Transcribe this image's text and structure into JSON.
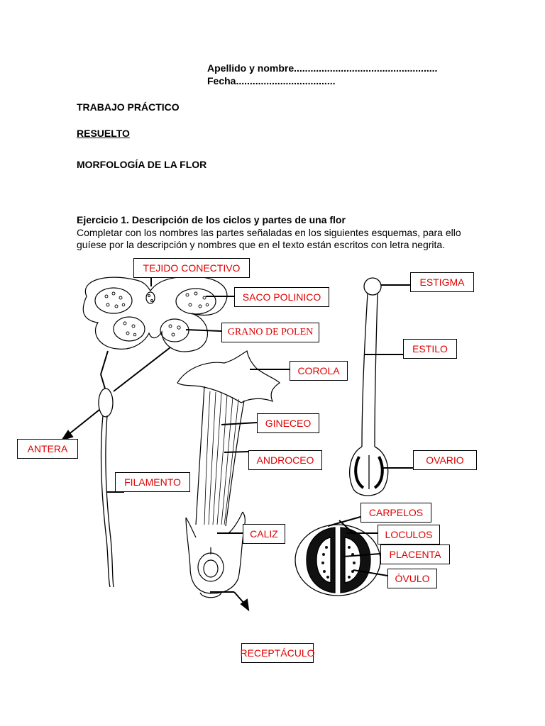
{
  "header": {
    "name_line": "Apellido y nombre....................................................",
    "date_line": "Fecha...................................."
  },
  "titles": {
    "trabajo": "TRABAJO PRÁCTICO",
    "resuelto": "RESUELTO",
    "tema": "MORFOLOGÍA DE LA FLOR"
  },
  "exercise": {
    "heading": "Ejercicio 1. Descripción de los ciclos y partes de una flor",
    "instruction_1": "Completar con los nombres las partes  señaladas en los siguientes esquemas, para ello",
    "instruction_2": "guíese por  la descripción y nombres que en el texto están escritos con letra negrita."
  },
  "labels": {
    "tejido_conectivo": "TEJIDO CONECTIVO",
    "saco_polinico": "SACO POLINICO",
    "grano_de_polen": "GRANO DE POLEN",
    "antera": "ANTERA",
    "filamento": "FILAMENTO",
    "corola": "COROLA",
    "gineceo": "GINECEO",
    "androceo": "ANDROCEO",
    "caliz": "CALIZ",
    "receptaculo": "RECEPTÁCULO",
    "estigma": "ESTIGMA",
    "estilo": "ESTILO",
    "ovario": "OVARIO",
    "carpelos": "CARPELOS",
    "loculos": "LOCULOS",
    "placenta": "PLACENTA",
    "ovulo": "ÓVULO"
  },
  "colors": {
    "label_text": "#e00000",
    "line": "#000000"
  }
}
